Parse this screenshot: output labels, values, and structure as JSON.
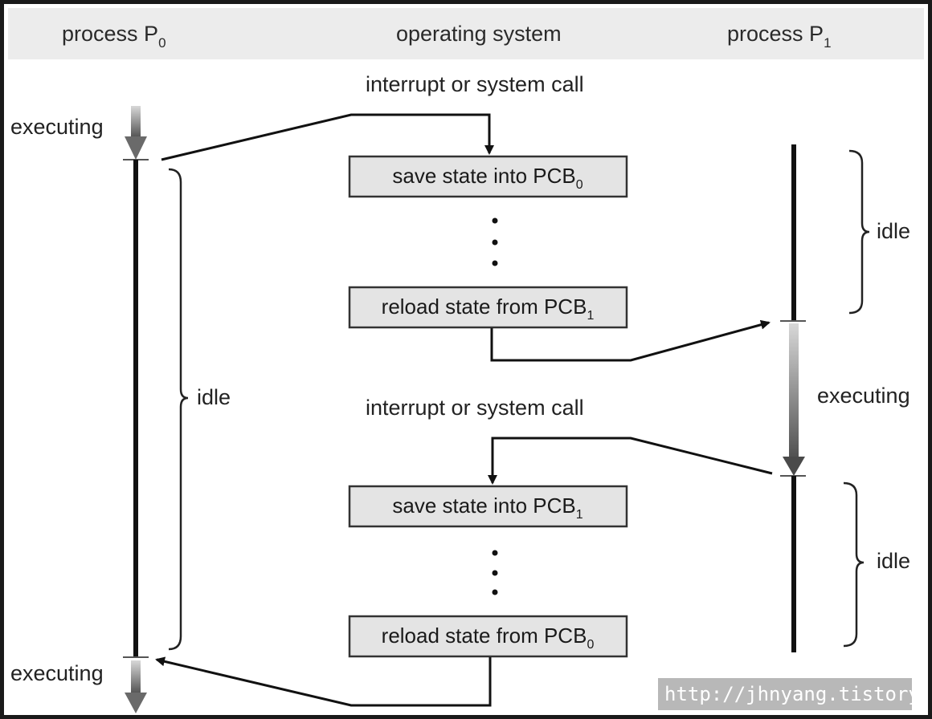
{
  "header": {
    "col_p0": {
      "label": "process P",
      "sub": "0"
    },
    "col_os": {
      "label": "operating system"
    },
    "col_p1": {
      "label": "process P",
      "sub": "1"
    }
  },
  "labels": {
    "interrupt_top": "interrupt or system call",
    "interrupt_mid": "interrupt or system call",
    "p0_executing_top": "executing",
    "p0_executing_bottom": "executing",
    "p0_idle": "idle",
    "p1_idle_top": "idle",
    "p1_executing": "executing",
    "p1_idle_bottom": "idle"
  },
  "boxes": {
    "save_pcb0": {
      "text": "save state into PCB",
      "sub": "0"
    },
    "reload_pcb1": {
      "text": "reload state from PCB",
      "sub": "1"
    },
    "save_pcb1": {
      "text": "save state into PCB",
      "sub": "1"
    },
    "reload_pcb0": {
      "text": "reload state from PCB",
      "sub": "0"
    }
  },
  "watermark": {
    "text": "http://jhnyang.tistory.com"
  },
  "colors": {
    "header_bg": "#ececec",
    "box_fill": "#e4e4e4",
    "line": "#111111",
    "watermark_bg": "#b8b8b8"
  }
}
